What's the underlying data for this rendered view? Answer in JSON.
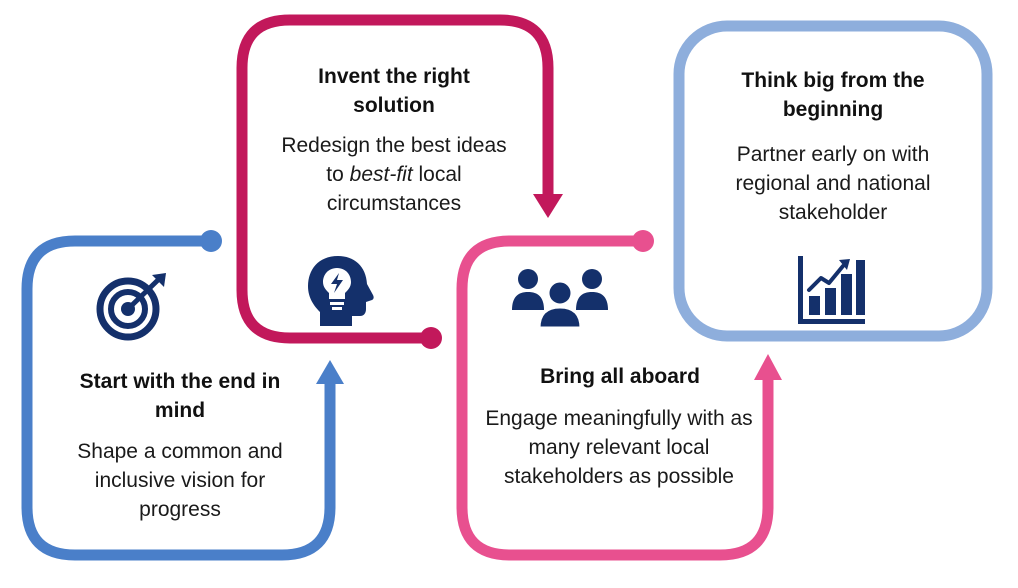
{
  "steps": [
    {
      "title": "Start with the end in mind",
      "description": "Shape a common and inclusive vision for progress",
      "icon": "target-icon",
      "color": "#4a7fc9"
    },
    {
      "title": "Invent the right solution",
      "description_before": "Redesign the best ideas to ",
      "description_emphasis": "best-fit",
      "description_after": " local circumstances",
      "icon": "head-lightbulb-icon",
      "color": "#c2185b"
    },
    {
      "title": "Bring all aboard",
      "description": "Engage meaningfully with as many relevant local stakeholders as possible",
      "icon": "people-group-icon",
      "color": "#e8508f"
    },
    {
      "title": "Think big from the beginning",
      "description": "Partner early on with regional and national stakeholder",
      "icon": "growth-chart-icon",
      "color": "#8eaedc"
    }
  ],
  "icon_color": "#14306b"
}
